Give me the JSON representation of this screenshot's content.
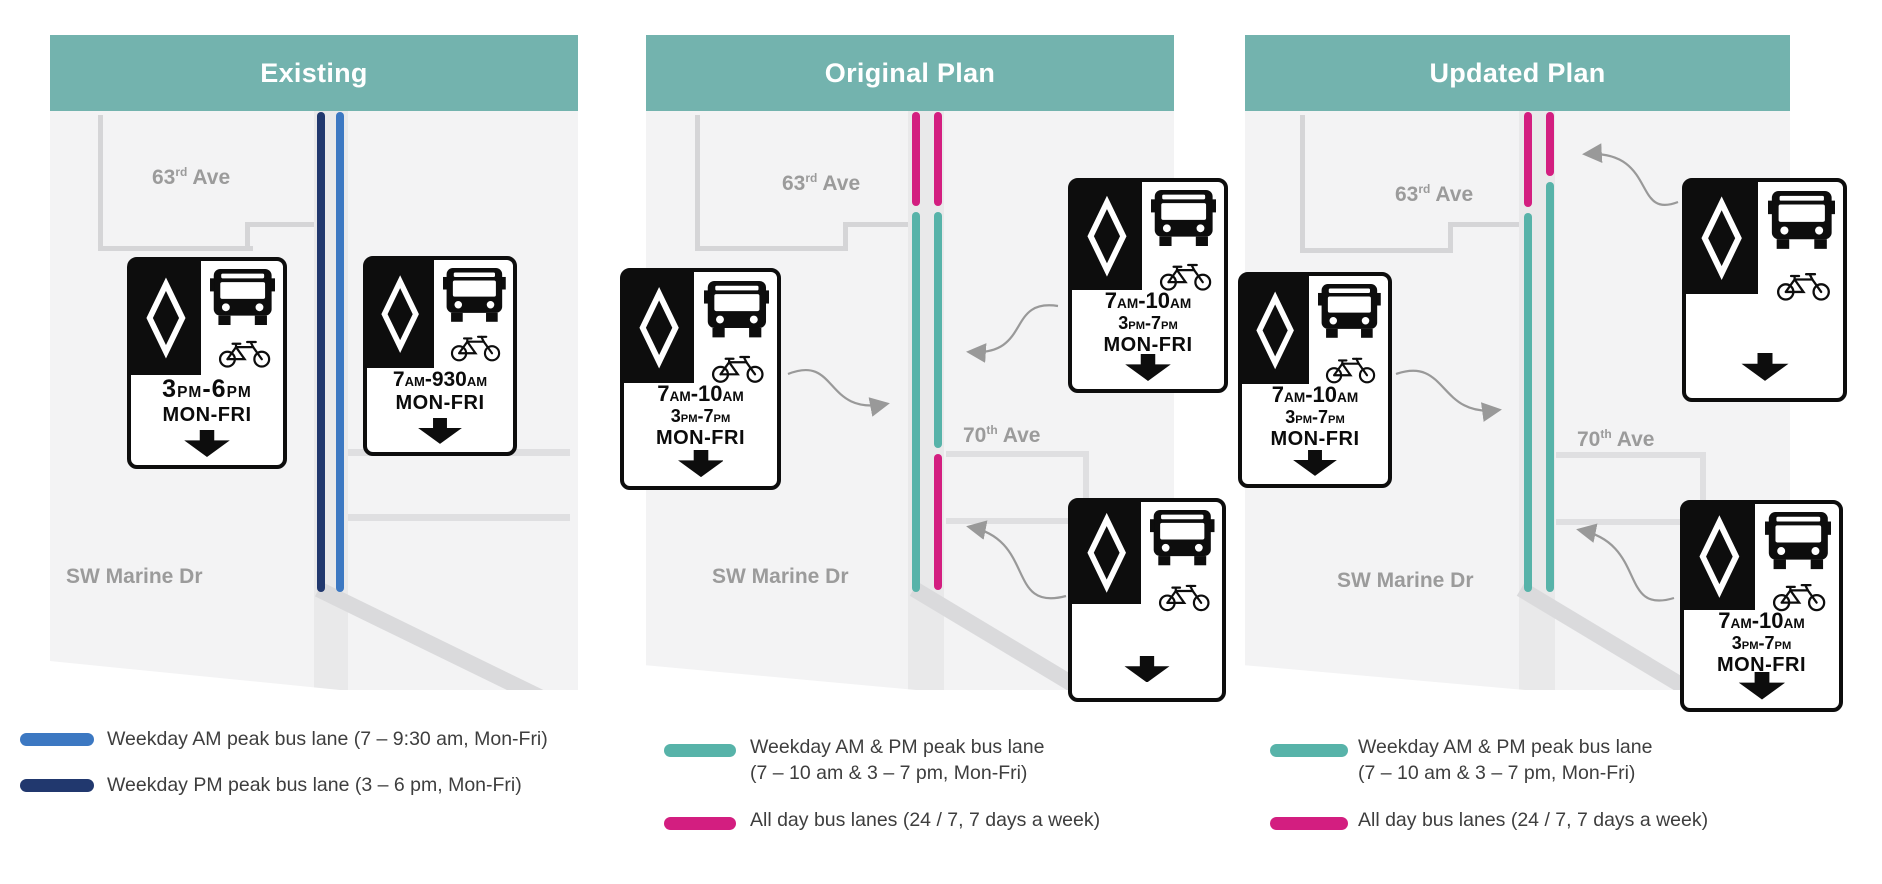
{
  "colors": {
    "header_teal": "#73b3ae",
    "lane_teal": "#57b3a9",
    "lane_pink": "#d31e80",
    "lane_blue": "#3c78c2",
    "lane_navy": "#21386e",
    "map_bg": "#f3f3f4",
    "street": "#d5d5d7",
    "street_light": "#dfdfe1",
    "road": "#e9e9ea",
    "diag": "#dadadc",
    "label_gray": "#9b9b9b",
    "text_dark": "#3e3e3e",
    "arrow_gray": "#999999",
    "sign_black": "#0d0d0d"
  },
  "panels": [
    {
      "title": "Existing",
      "labels": {
        "ave63": {
          "num": "63",
          "sup": "rd",
          "rest": " Ave"
        },
        "marine": "SW Marine Dr"
      },
      "signs": [
        {
          "times": [
            "3PM-6PM"
          ],
          "day": "MON-FRI"
        },
        {
          "times": [
            "7AM-930AM"
          ],
          "day": "MON-FRI"
        }
      ],
      "legend": [
        {
          "line1": "Weekday AM peak bus lane (7 – 9:30 am, Mon-Fri)"
        },
        {
          "line1": "Weekday PM peak bus lane (3 – 6 pm, Mon-Fri)"
        }
      ]
    },
    {
      "title": "Original Plan",
      "labels": {
        "ave63": {
          "num": "63",
          "sup": "rd",
          "rest": " Ave"
        },
        "ave70": {
          "num": "70",
          "sup": "th",
          "rest": " Ave"
        },
        "marine": "SW Marine Dr"
      },
      "signs": [
        {
          "times": [
            "7AM-10AM",
            "3PM-7PM"
          ],
          "day": "MON-FRI"
        },
        {
          "times": [
            "7AM-10AM",
            "3PM-7PM"
          ],
          "day": "MON-FRI"
        },
        {
          "all_day": true
        }
      ],
      "legend": [
        {
          "line1": "Weekday AM & PM peak bus lane",
          "line2": "(7 – 10 am & 3 – 7 pm, Mon-Fri)"
        },
        {
          "line1": "All day bus lanes (24 / 7, 7 days a week)"
        }
      ]
    },
    {
      "title": "Updated Plan",
      "labels": {
        "ave63": {
          "num": "63",
          "sup": "rd",
          "rest": " Ave"
        },
        "ave70": {
          "num": "70",
          "sup": "th",
          "rest": " Ave"
        },
        "marine": "SW Marine Dr"
      },
      "signs": [
        {
          "times": [
            "7AM-10AM",
            "3PM-7PM"
          ],
          "day": "MON-FRI"
        },
        {
          "all_day": true
        },
        {
          "times": [
            "7AM-10AM",
            "3PM-7PM"
          ],
          "day": "MON-FRI"
        }
      ],
      "legend": [
        {
          "line1": "Weekday AM & PM peak bus lane",
          "line2": "(7 – 10 am & 3 – 7 pm, Mon-Fri)"
        },
        {
          "line1": "All day bus lanes (24 / 7, 7 days a week)"
        }
      ]
    }
  ]
}
